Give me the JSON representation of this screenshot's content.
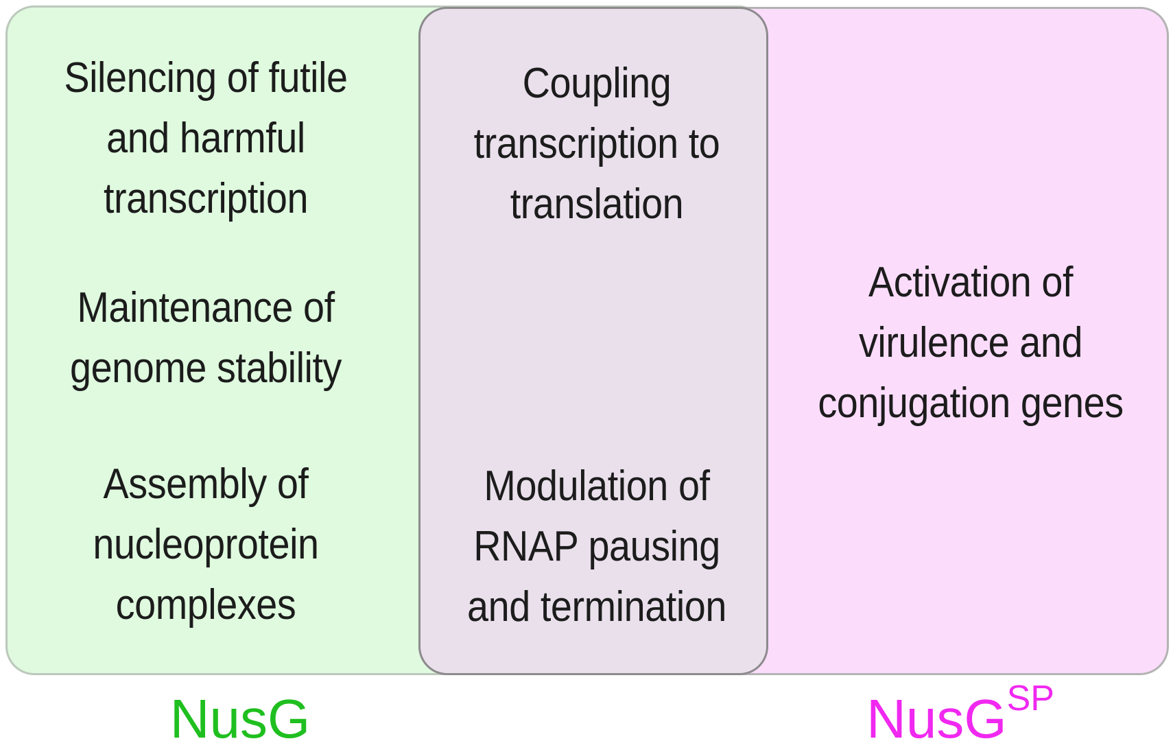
{
  "colors": {
    "nusg": "#1fbf1f",
    "nusgsp": "#f028f0",
    "green_region": "#dffadf",
    "pink_region": "#fbddfb",
    "overlap_region": "#e9e0ec",
    "text": "#1c1c1c"
  },
  "regions": {
    "nusg_only": {
      "items": [
        "Silencing of futile\nand harmful\ntranscription",
        "Maintenance of\ngenome stability",
        "Assembly of\nnucleoprotein\ncomplexes"
      ]
    },
    "shared": {
      "items": [
        "Coupling\ntranscription to\ntranslation",
        "Modulation of\nRNAP pausing\nand termination"
      ]
    },
    "nusgsp_only": {
      "items": [
        "Activation of\nvirulence and\nconjugation genes"
      ]
    }
  },
  "labels": {
    "nusg": "NusG",
    "nusgsp_base": "NusG",
    "nusgsp_sup": "SP"
  }
}
